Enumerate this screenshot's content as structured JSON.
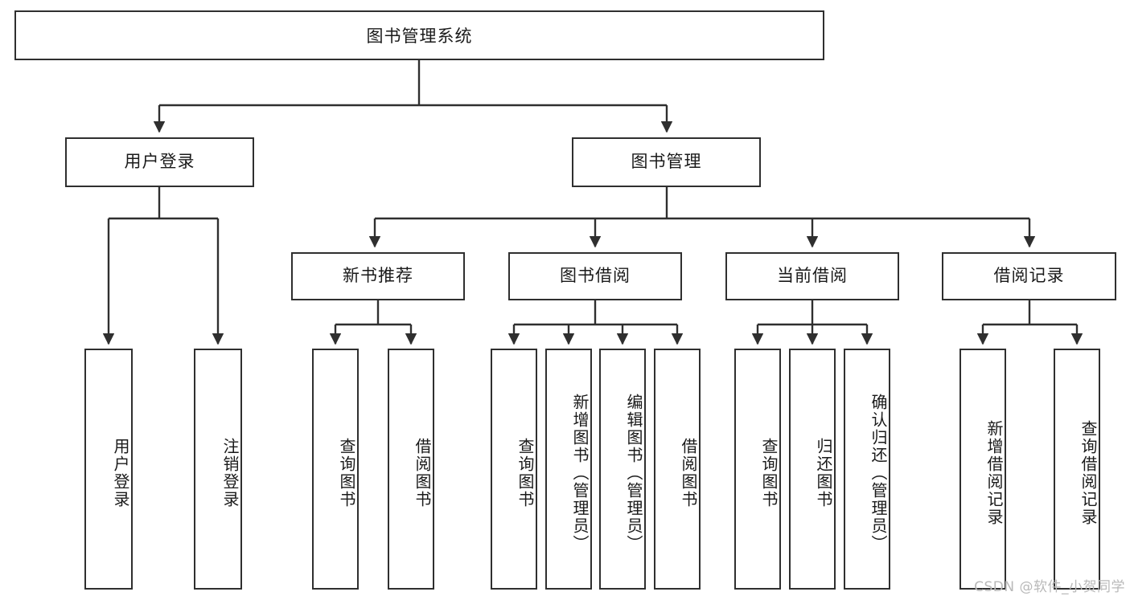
{
  "diagram": {
    "title": "图书管理系统",
    "type": "tree-hierarchy",
    "watermark": "CSDN @软件_小贺同学",
    "root": {
      "label": "图书管理系统"
    },
    "level2": [
      {
        "label": "用户登录"
      },
      {
        "label": "图书管理"
      }
    ],
    "level3": [
      {
        "label": "新书推荐"
      },
      {
        "label": "图书借阅"
      },
      {
        "label": "当前借阅"
      },
      {
        "label": "借阅记录"
      }
    ],
    "leaves": {
      "user_login": [
        {
          "label": "用户登录"
        },
        {
          "label": "注销登录"
        }
      ],
      "new_book_recommend": [
        {
          "label": "查询图书"
        },
        {
          "label": "借阅图书"
        }
      ],
      "book_borrow": [
        {
          "label": "查询图书"
        },
        {
          "label": "新增图书（管理员）"
        },
        {
          "label": "编辑图书（管理员）"
        },
        {
          "label": "借阅图书"
        }
      ],
      "current_borrow": [
        {
          "label": "查询图书"
        },
        {
          "label": "归还图书"
        },
        {
          "label": "确认归还（管理员）"
        }
      ],
      "borrow_record": [
        {
          "label": "新增借阅记录"
        },
        {
          "label": "查询借阅记录"
        }
      ]
    },
    "colors": {
      "stroke": "#2f2f2f",
      "fill": "#ffffff",
      "text": "#1a1a1a",
      "watermark": "#b9b9b9"
    }
  }
}
